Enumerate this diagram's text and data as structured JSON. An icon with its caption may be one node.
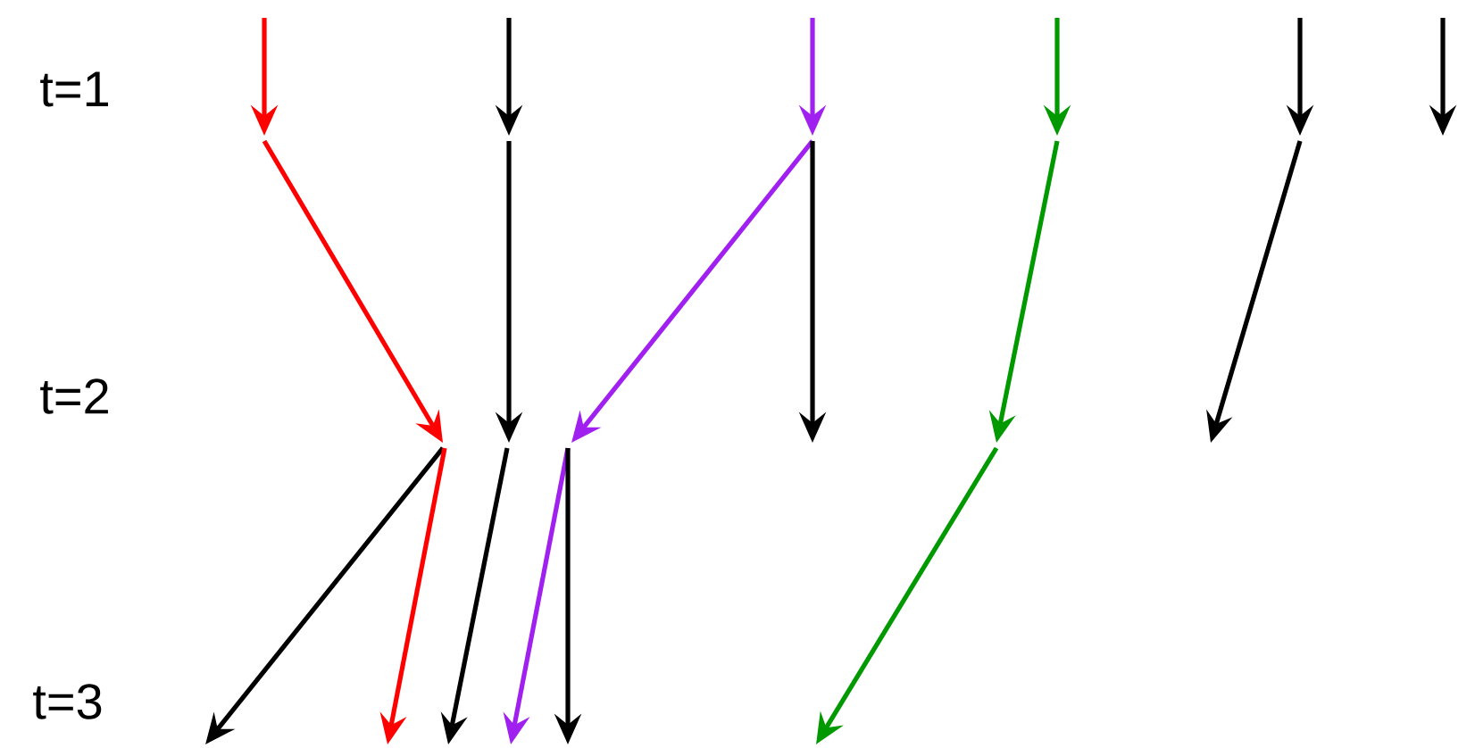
{
  "diagram": {
    "labels": [
      "t=1",
      "t=2",
      "t=3"
    ]
  }
}
